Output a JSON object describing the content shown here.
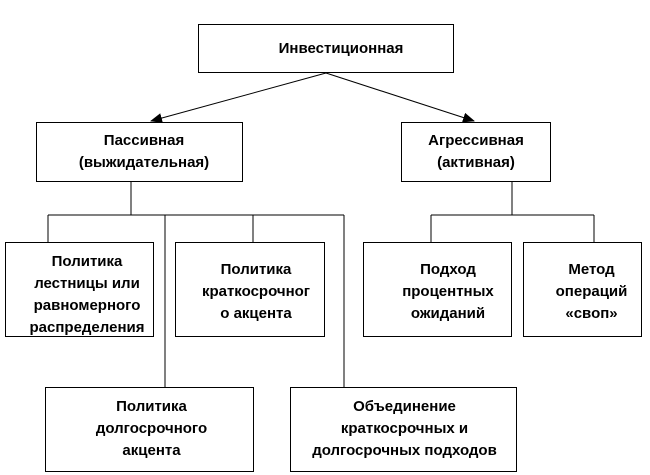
{
  "diagram": {
    "root": {
      "label": "Инвестиционная"
    },
    "passive": {
      "label": "Пассивная\n(выжидательная)"
    },
    "aggressive": {
      "label": "Агрессивная\n(активная)"
    },
    "passive_children": {
      "ladder": {
        "label": "Политика\nлестницы или\nравномерного\nраспределения"
      },
      "short_term": {
        "label": "Политика\nкраткосрочног\nо акцента"
      },
      "long_term": {
        "label": "Политика\nдолгосрочного\nакцента"
      },
      "combined": {
        "label": "Объединение\nкраткосрочных и\nдолгосрочных подходов"
      }
    },
    "aggressive_children": {
      "rate_expectations": {
        "label": "Подход\nпроцентных\nожиданий"
      },
      "swap": {
        "label": "Метод\nопераций\n«своп»"
      }
    }
  }
}
